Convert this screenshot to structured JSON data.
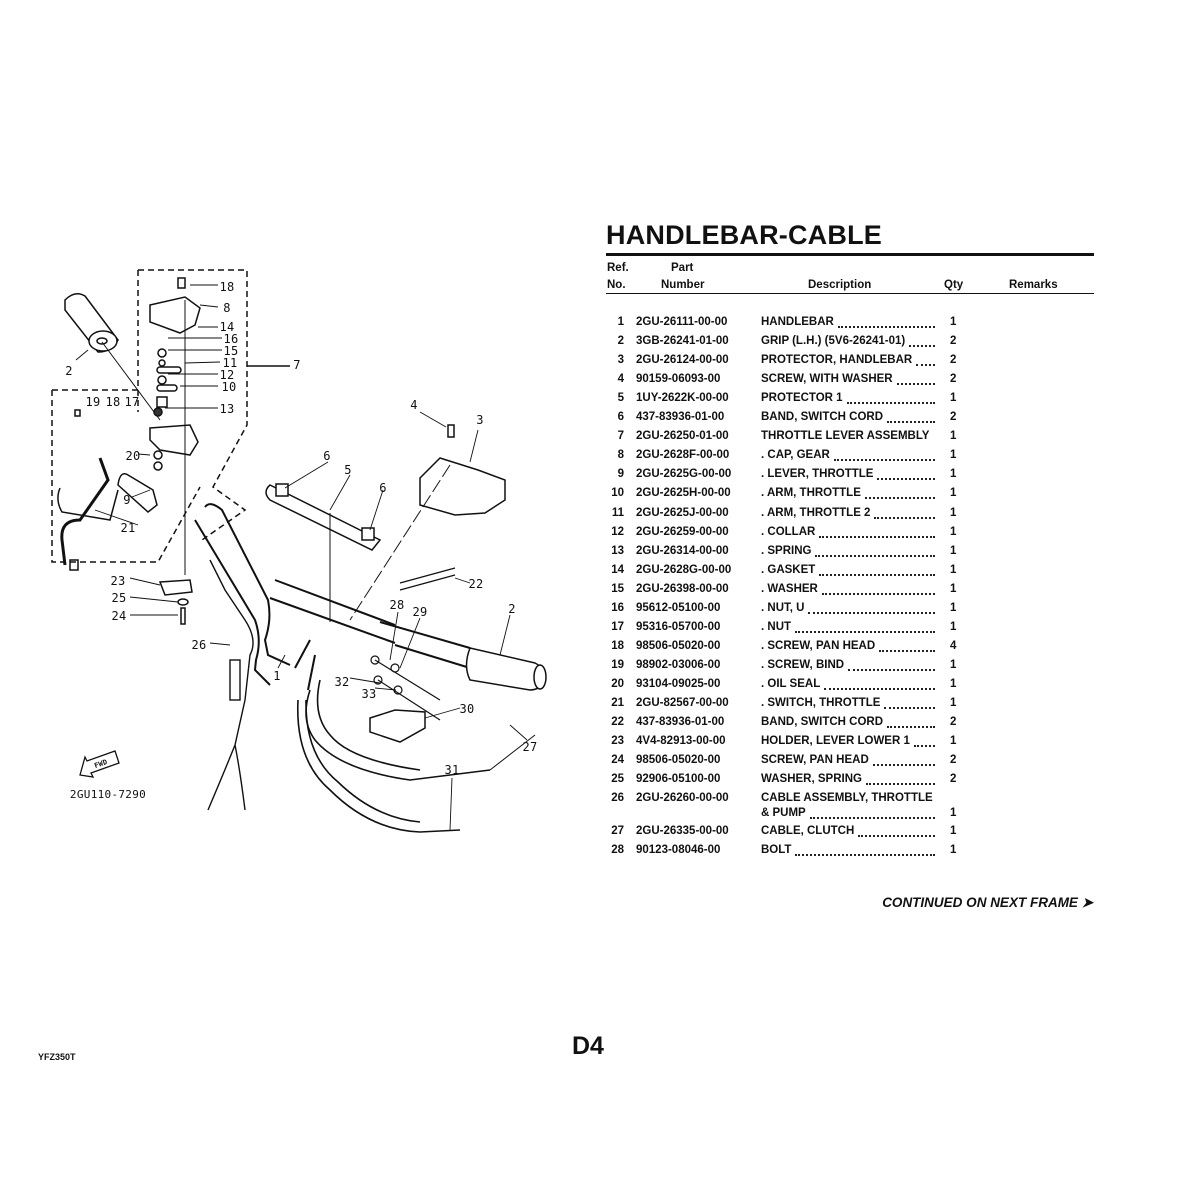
{
  "page": {
    "title": "HANDLEBAR-CABLE",
    "continued": "CONTINUED ON NEXT FRAME ➤",
    "page_number": "D4",
    "model": "YFZ350T"
  },
  "table": {
    "headers": {
      "ref_line1": "Ref.",
      "ref_line2": "No.",
      "part_line1": "Part",
      "part_line2": "Number",
      "description": "Description",
      "qty": "Qty",
      "remarks": "Remarks"
    },
    "rows": [
      {
        "ref": "1",
        "part": "2GU-26111-00-00",
        "desc": "HANDLEBAR",
        "qty": "1"
      },
      {
        "ref": "2",
        "part": "3GB-26241-01-00",
        "desc": "GRIP (L.H.) (5V6-26241-01)",
        "qty": "2"
      },
      {
        "ref": "3",
        "part": "2GU-26124-00-00",
        "desc": "PROTECTOR, HANDLEBAR",
        "qty": "2"
      },
      {
        "ref": "4",
        "part": "90159-06093-00",
        "desc": "SCREW, WITH WASHER",
        "qty": "2"
      },
      {
        "ref": "5",
        "part": "1UY-2622K-00-00",
        "desc": "PROTECTOR 1",
        "qty": "1"
      },
      {
        "ref": "6",
        "part": "437-83936-01-00",
        "desc": "BAND, SWITCH CORD",
        "qty": "2"
      },
      {
        "ref": "7",
        "part": "2GU-26250-01-00",
        "desc": "THROTTLE LEVER ASSEMBLY",
        "qty": "1"
      },
      {
        "ref": "8",
        "part": "2GU-2628F-00-00",
        "desc": ". CAP, GEAR",
        "qty": "1"
      },
      {
        "ref": "9",
        "part": "2GU-2625G-00-00",
        "desc": ". LEVER, THROTTLE",
        "qty": "1"
      },
      {
        "ref": "10",
        "part": "2GU-2625H-00-00",
        "desc": ". ARM, THROTTLE",
        "qty": "1"
      },
      {
        "ref": "11",
        "part": "2GU-2625J-00-00",
        "desc": ". ARM, THROTTLE 2",
        "qty": "1"
      },
      {
        "ref": "12",
        "part": "2GU-26259-00-00",
        "desc": ". COLLAR",
        "qty": "1"
      },
      {
        "ref": "13",
        "part": "2GU-26314-00-00",
        "desc": ". SPRING",
        "qty": "1"
      },
      {
        "ref": "14",
        "part": "2GU-2628G-00-00",
        "desc": ". GASKET",
        "qty": "1"
      },
      {
        "ref": "15",
        "part": "2GU-26398-00-00",
        "desc": ". WASHER",
        "qty": "1"
      },
      {
        "ref": "16",
        "part": "95612-05100-00",
        "desc": ". NUT, U",
        "qty": "1"
      },
      {
        "ref": "17",
        "part": "95316-05700-00",
        "desc": ". NUT",
        "qty": "1"
      },
      {
        "ref": "18",
        "part": "98506-05020-00",
        "desc": ". SCREW, PAN HEAD",
        "qty": "4"
      },
      {
        "ref": "19",
        "part": "98902-03006-00",
        "desc": ". SCREW, BIND",
        "qty": "1"
      },
      {
        "ref": "20",
        "part": "93104-09025-00",
        "desc": ". OIL SEAL",
        "qty": "1"
      },
      {
        "ref": "21",
        "part": "2GU-82567-00-00",
        "desc": ". SWITCH, THROTTLE",
        "qty": "1"
      },
      {
        "ref": "22",
        "part": "437-83936-01-00",
        "desc": "BAND, SWITCH CORD",
        "qty": "2"
      },
      {
        "ref": "23",
        "part": "4V4-82913-00-00",
        "desc": "HOLDER, LEVER LOWER 1",
        "qty": "1"
      },
      {
        "ref": "24",
        "part": "98506-05020-00",
        "desc": "SCREW, PAN HEAD",
        "qty": "2"
      },
      {
        "ref": "25",
        "part": "92906-05100-00",
        "desc": "WASHER, SPRING",
        "qty": "2"
      },
      {
        "ref": "26",
        "part": "2GU-26260-00-00",
        "desc": "CABLE ASSEMBLY, THROTTLE",
        "desc2": "& PUMP",
        "qty": "1"
      },
      {
        "ref": "27",
        "part": "2GU-26335-00-00",
        "desc": "CABLE, CLUTCH",
        "qty": "1"
      },
      {
        "ref": "28",
        "part": "90123-08046-00",
        "desc": "BOLT",
        "qty": "1"
      }
    ]
  },
  "diagram": {
    "drawing_code": "2GU110-7290",
    "fwd_label": "FWD",
    "callouts": [
      "18",
      "8",
      "14",
      "16",
      "15",
      "11",
      "12",
      "10",
      "13",
      "7",
      "2",
      "19",
      "18",
      "17",
      "20",
      "9",
      "21",
      "23",
      "25",
      "24",
      "26",
      "1",
      "4",
      "3",
      "6",
      "5",
      "6",
      "22",
      "28",
      "29",
      "2",
      "32",
      "33",
      "30",
      "27",
      "31"
    ]
  }
}
